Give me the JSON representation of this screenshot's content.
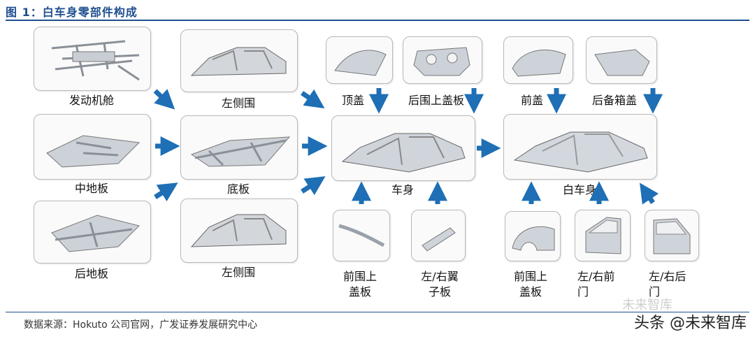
{
  "figure_title": "图 1：白车身零部件构成",
  "components": {
    "engine_bay": "发动机舱",
    "left_side_top": "左侧围",
    "middle_floor": "中地板",
    "underbody": "底板",
    "rear_floor": "后地板",
    "left_side_bottom": "左侧围",
    "roof": "顶盖",
    "rear_upper_panel": "后围上盖板",
    "car_body": "车身",
    "front_upper_panel_line1": "前围上",
    "front_upper_panel_line2": "盖板",
    "lr_fender_line1": "左/右翼",
    "lr_fender_line2": "子板",
    "hood": "前盖",
    "trunk_lid": "后备箱盖",
    "biw": "白车身",
    "front_fender_line1": "前围上",
    "front_fender_line2": "盖板",
    "lr_front_door_line1": "左/右前",
    "lr_front_door_line2": "门",
    "lr_rear_door_line1": "左/右后",
    "lr_rear_door_line2": "门"
  },
  "source": "数据来源：Hokuto 公司官网，广发证券发展研究中心",
  "watermark_faint": "未来智库",
  "watermark": "头条 @未来智库",
  "colors": {
    "arrow": "#1e6fb5",
    "title": "#1f4f8f",
    "part": "#c7cdd4"
  }
}
